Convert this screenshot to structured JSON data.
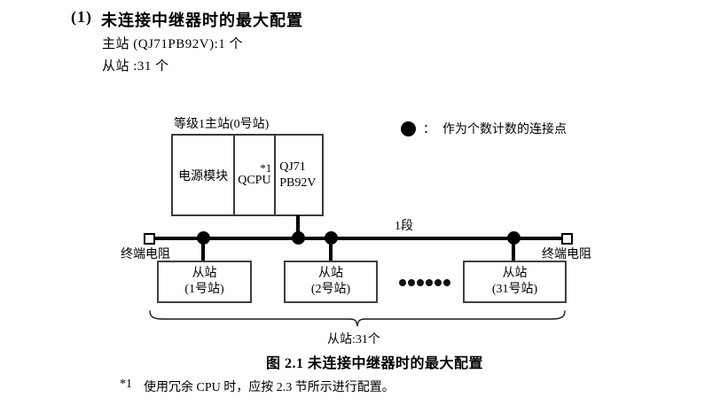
{
  "document": {
    "heading": {
      "number": "(1)",
      "text": "未连接中继器时的最大配置"
    },
    "spec_lines": [
      "主站 (QJ71PB92V):1 个",
      "从站 :31 个"
    ],
    "caption": "图 2.1 未连接中继器时的最大配置",
    "footnote": {
      "marker": "*1",
      "text": "使用冗余 CPU 时，应按 2.3 节所示进行配置。"
    }
  },
  "diagram": {
    "master_station": {
      "label": "等级1主站(0号站)",
      "modules": [
        {
          "label": "电源模块"
        },
        {
          "label": "QCPU",
          "note": "*1"
        },
        {
          "line1": "QJ71",
          "line2": "PB92V"
        }
      ]
    },
    "legend": {
      "colon": "：",
      "text": "作为个数计数的连接点"
    },
    "segment_label": "1段",
    "terminator_label_left": "终端电阻",
    "terminator_label_right": "终端电阻",
    "slaves": [
      {
        "line1": "从站",
        "line2": "(1号站)"
      },
      {
        "line1": "从站",
        "line2": "(2号站)"
      },
      {
        "line1": "从站",
        "line2": "(31号站)"
      }
    ],
    "brace_label": "从站:31个"
  },
  "colors": {
    "background": "#ffffff",
    "text": "#000000",
    "line": "#000000",
    "box_border": "#404040"
  }
}
